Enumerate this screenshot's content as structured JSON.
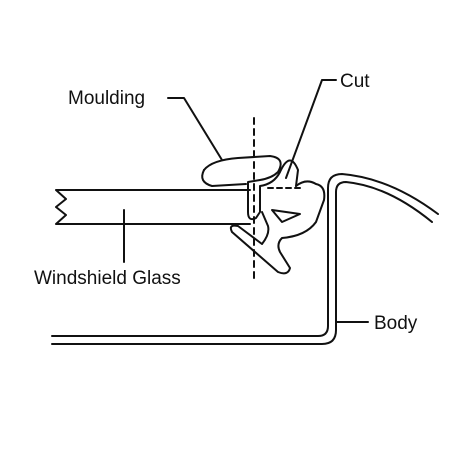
{
  "labels": {
    "moulding": "Moulding",
    "cut": "Cut",
    "windshield_glass": "Windshield Glass",
    "body": "Body"
  },
  "colors": {
    "stroke": "#111111",
    "background": "#ffffff"
  }
}
